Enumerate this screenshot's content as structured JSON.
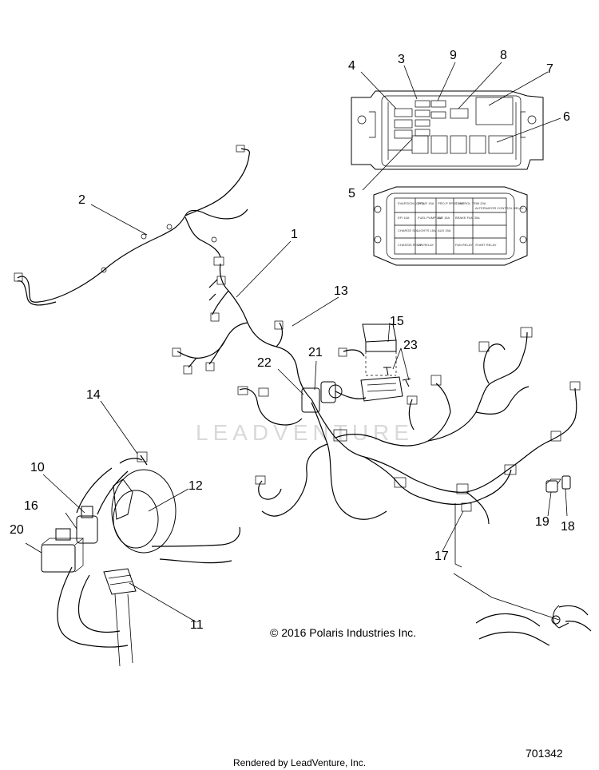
{
  "diagram": {
    "callouts": [
      {
        "id": "1",
        "label": "1"
      },
      {
        "id": "2",
        "label": "2"
      },
      {
        "id": "3",
        "label": "3"
      },
      {
        "id": "4",
        "label": "4"
      },
      {
        "id": "5",
        "label": "5"
      },
      {
        "id": "6",
        "label": "6"
      },
      {
        "id": "7",
        "label": "7"
      },
      {
        "id": "8",
        "label": "8"
      },
      {
        "id": "9",
        "label": "9"
      },
      {
        "id": "10",
        "label": "10"
      },
      {
        "id": "11",
        "label": "11"
      },
      {
        "id": "12",
        "label": "12"
      },
      {
        "id": "13",
        "label": "13"
      },
      {
        "id": "14",
        "label": "14"
      },
      {
        "id": "15",
        "label": "15"
      },
      {
        "id": "16",
        "label": "16"
      },
      {
        "id": "17",
        "label": "17"
      },
      {
        "id": "18",
        "label": "18"
      },
      {
        "id": "19",
        "label": "19"
      },
      {
        "id": "20",
        "label": "20"
      },
      {
        "id": "21",
        "label": "21"
      },
      {
        "id": "22",
        "label": "22"
      },
      {
        "id": "23",
        "label": "23"
      }
    ],
    "fuse_box_labels": [
      "EVAP/DCM (OPT)",
      "DRIVE 15A",
      "PRO-P SPOT 15A",
      "CONTROL TRIM 20A",
      "ALTERNATOR CONTROL RELAY",
      "EFI 10A",
      "FUEL PUMP 10A",
      "ALT 15A",
      "BRAKE FAN 30A",
      "CHARGE SOL",
      "LIGHTS 15A",
      "AUX 15A",
      "CHASSIS RELAY",
      "EFI RELAY",
      "FAN RELAY",
      "START RELAY"
    ],
    "watermark": "LEADVENTURE",
    "copyright": "© 2016 Polaris Industries Inc.",
    "rendered_by": "Rendered by LeadVenture, Inc.",
    "part_number": "701342"
  }
}
